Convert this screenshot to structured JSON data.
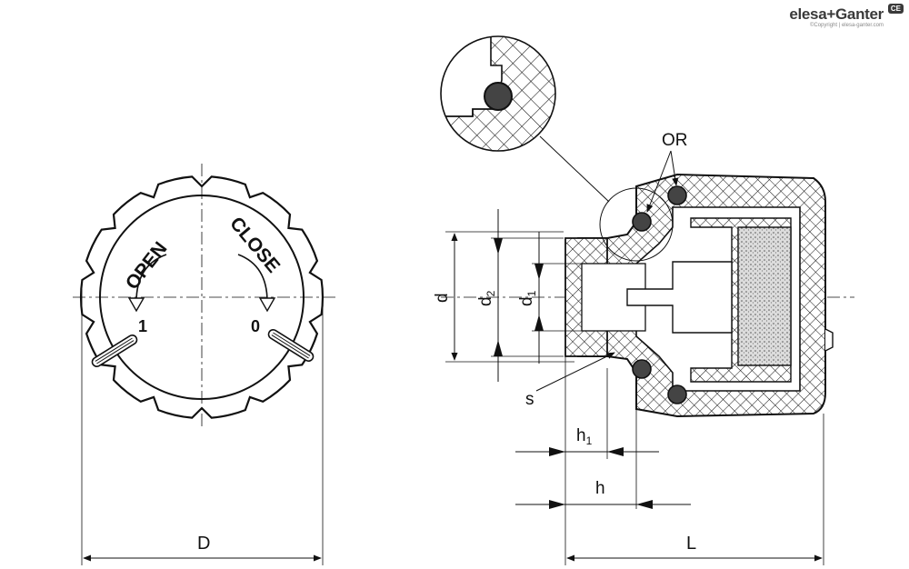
{
  "brand": {
    "name": "elesa+Ganter",
    "copyright": "©Copyright | elesa-ganter.com",
    "badge": "CE"
  },
  "front_view": {
    "open_text": "OPEN",
    "close_text": "CLOSE",
    "position_open": "1",
    "position_close": "0",
    "dimension_diameter": "D"
  },
  "section_view": {
    "label_o_ring": "OR",
    "label_d": "d",
    "label_d2": "d",
    "label_d2_sub": "2",
    "label_d1": "d",
    "label_d1_sub": "1",
    "label_s": "s",
    "label_h1": "h",
    "label_h1_sub": "1",
    "label_h": "h",
    "label_L": "L"
  }
}
